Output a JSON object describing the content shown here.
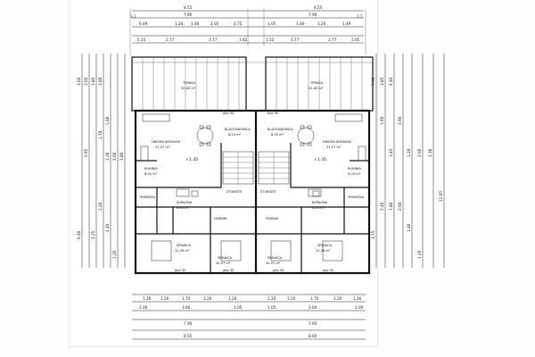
{
  "drawing": {
    "dim_top": [
      "8.55",
      "8.55",
      "7.90",
      "7.90",
      "6.49",
      "1.20",
      "1.60",
      "2.05",
      "0.75",
      "1.05",
      "1.60",
      "1.20",
      "1.49",
      "5.15",
      "2.77",
      "3.77",
      "1.82",
      "1.52",
      "3.77",
      "2.77",
      "5.05"
    ],
    "dim_bottom": [
      "1.26",
      "1.20",
      "1.70",
      "3.20",
      "1.20",
      "1.20",
      "3.20",
      "1.70",
      "1.20",
      "1.26",
      "1.00",
      "3.60",
      "1.05",
      "1.05",
      "3.60",
      "1.00",
      "7.90",
      "7.95",
      "8.55",
      "8.60"
    ],
    "dim_left": [
      "3.60",
      "3.60",
      "3.80",
      "3.90",
      "1.00",
      "5.95",
      "1.70",
      "3.20",
      "3.60",
      "3.80",
      "6.40",
      "3.25",
      "1.20",
      "2.40",
      "1.20"
    ],
    "dim_right": [
      "3.60",
      "3.85",
      "4.40",
      "1.60",
      "3.90",
      "3.85",
      "1.20",
      "2.60",
      "1.30",
      "3.75",
      "2.40",
      "1.80",
      "2.60",
      "1.40",
      "1.20",
      "12.05"
    ],
    "rooms": [
      {
        "name": "TERASA",
        "area": "20.00 m²"
      },
      {
        "name": "TERASA",
        "area": "20.00 m²"
      },
      {
        "name": "DNEVNI BORAVAK",
        "area": "21.27 m²"
      },
      {
        "name": "BLAGOVAONICA",
        "area": "8.24 m²"
      },
      {
        "name": "BLAGOVAONICA",
        "area": "8.05 m²"
      },
      {
        "name": "DNEVNI BORAVAK",
        "area": "21.27 m²"
      },
      {
        "name": "KUHINJA",
        "area": "6.05 m²"
      },
      {
        "name": "KUHINJA",
        "area": "6.05 m²"
      },
      {
        "name": "STUBIŠTE",
        "area": ""
      },
      {
        "name": "STUBIŠTE",
        "area": ""
      },
      {
        "name": "SPAVAĆA",
        "area": "11.26 m²"
      },
      {
        "name": "SPAVAĆA",
        "area": "10.97 m²"
      },
      {
        "name": "SPAVAĆA",
        "area": "10.97 m²"
      },
      {
        "name": "SPAVAĆA",
        "area": "11.26 m²"
      },
      {
        "name": "KUPAONA",
        "area": "4.45 m²"
      },
      {
        "name": "KUPAONA",
        "area": "4.45 m²"
      },
      {
        "name": "HODNIK",
        "area": ""
      },
      {
        "name": "HODNIK",
        "area": ""
      },
      {
        "name": "TEHNIČKA",
        "area": ""
      },
      {
        "name": "TEHNIČKA",
        "area": ""
      }
    ],
    "levels": [
      "+1.35",
      "+1.35"
    ],
    "openings": [
      "pbv 50",
      "pbv 50",
      "pbv 50",
      "pbv 50",
      "pbv 50",
      "pbv 50"
    ],
    "corner_left": "3.2",
    "corner_right": "2.7"
  }
}
